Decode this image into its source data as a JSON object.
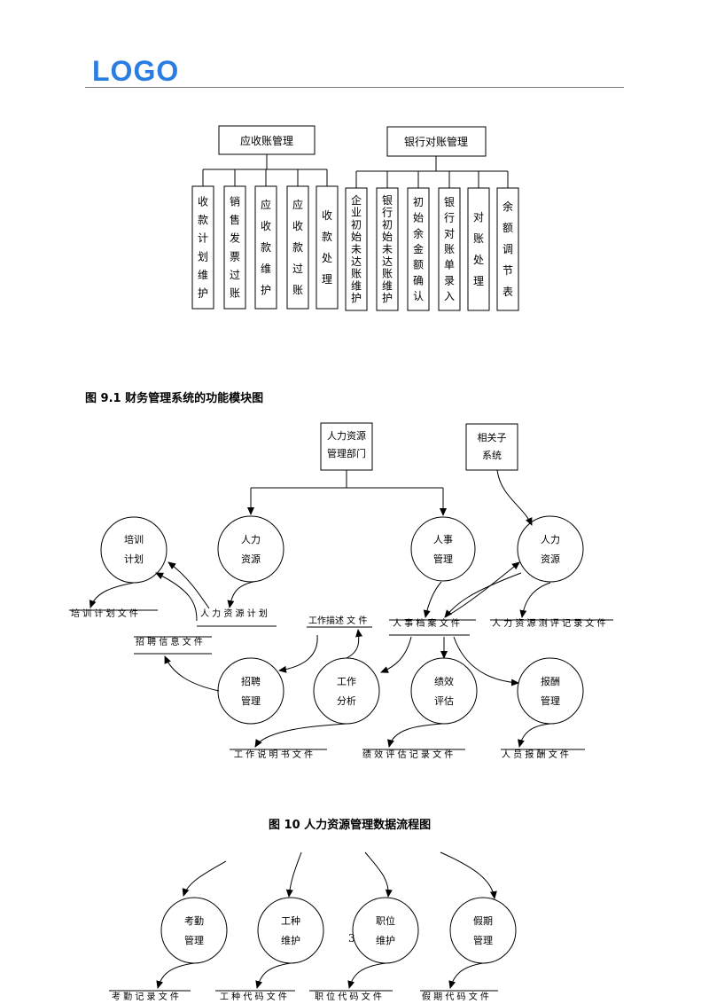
{
  "header": {
    "logo": "LOGO"
  },
  "figure1": {
    "caption": "图 9.1  财务管理系统的功能模块图",
    "groups": [
      {
        "title": "应收账管理",
        "items": [
          "收款计划维护",
          "销售发票过账",
          "应收款维护",
          "应收款过账",
          "收款处理"
        ]
      },
      {
        "title": "银行对账管理",
        "items": [
          "企业初始未达账维护",
          "银行初始未达账维护",
          "初始余金额确认",
          "银行对账单录入",
          "对账处理",
          "余额调节表"
        ]
      }
    ]
  },
  "figure2": {
    "caption": "图 10  人力资源管理数据流程图",
    "entities": [
      {
        "line1": "人力资源",
        "line2": "管理部门"
      },
      {
        "line1": "相关子",
        "line2": "系统"
      }
    ],
    "processes": [
      {
        "line1": "培训",
        "line2": "计划"
      },
      {
        "line1": "人力",
        "line2": "资源"
      },
      {
        "line1": "人事",
        "line2": "管理"
      },
      {
        "line1": "人力",
        "line2": "资源"
      },
      {
        "line1": "招聘",
        "line2": "管理"
      },
      {
        "line1": "工作",
        "line2": "分析"
      },
      {
        "line1": "绩效",
        "line2": "评估"
      },
      {
        "line1": "报酬",
        "line2": "管理"
      }
    ],
    "stores": [
      "培 训 计 划 文 件",
      "人 力 资 源 计 划",
      "工作描述 文 件",
      "人 事 档 案 文 件",
      "人 力 资 源 测 评 记 录 文 件",
      "招 聘 信 息 文 件",
      "工 作 说 明 书 文 件",
      "绩 效 评 估 记 录 文 件",
      "人 员 报 酬  文 件"
    ]
  },
  "figure3": {
    "processes": [
      {
        "line1": "考勤",
        "line2": "管理"
      },
      {
        "line1": "工种",
        "line2": "维护"
      },
      {
        "line1": "职位",
        "line2": "维护"
      },
      {
        "line1": "假期",
        "line2": "管理"
      }
    ],
    "stores": [
      "考 勤 记 录 文 件",
      "工 种 代 码 文 件",
      "职 位 代 码 文 件",
      "假 期 代 码 文 件"
    ]
  },
  "page_number": "3"
}
